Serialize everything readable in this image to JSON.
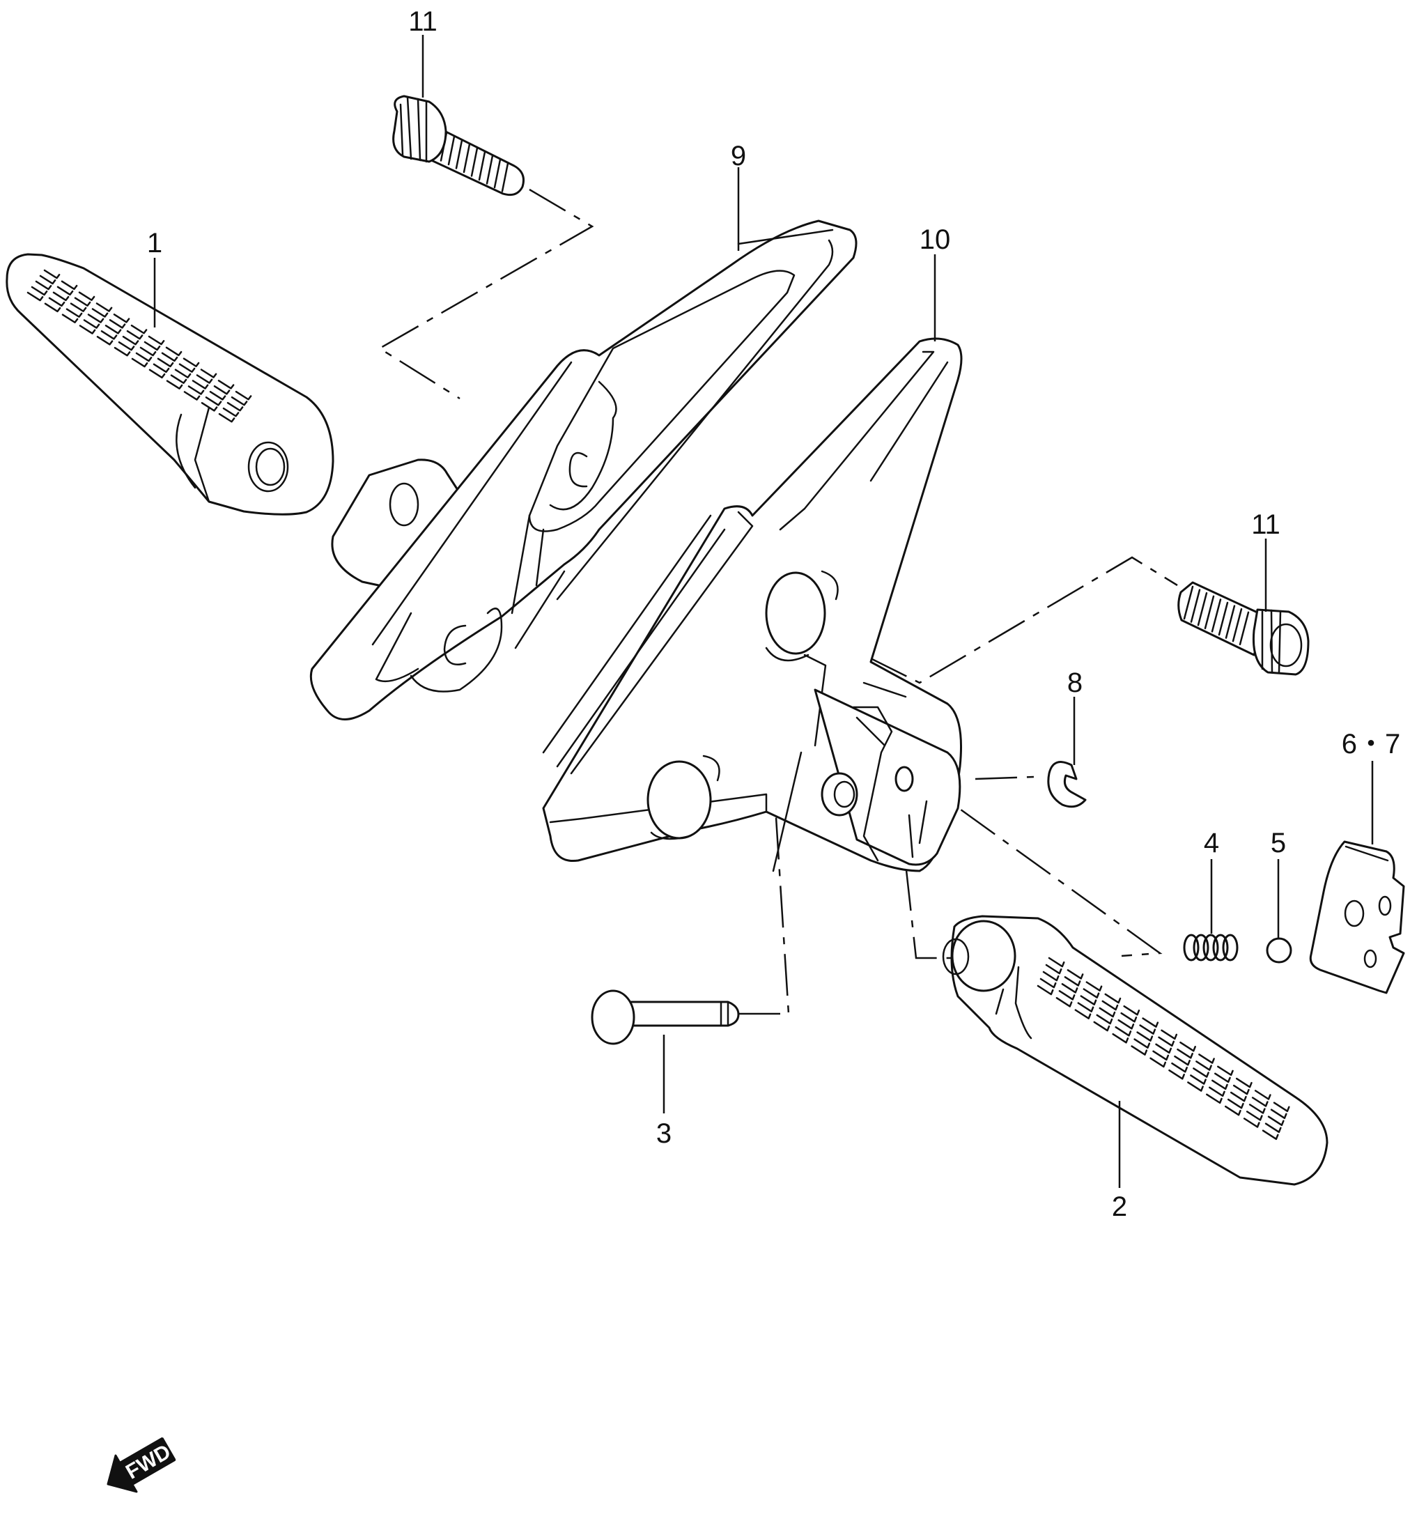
{
  "callouts": {
    "c1": "1",
    "c2": "2",
    "c3": "3",
    "c4": "4",
    "c5": "5",
    "c67": "6・7",
    "c8": "8",
    "c9": "9",
    "c10": "10",
    "c11_top": "11",
    "c11_right": "11"
  },
  "direction_badge": "FWD",
  "colors": {
    "line": "#111111",
    "background": "#ffffff"
  }
}
